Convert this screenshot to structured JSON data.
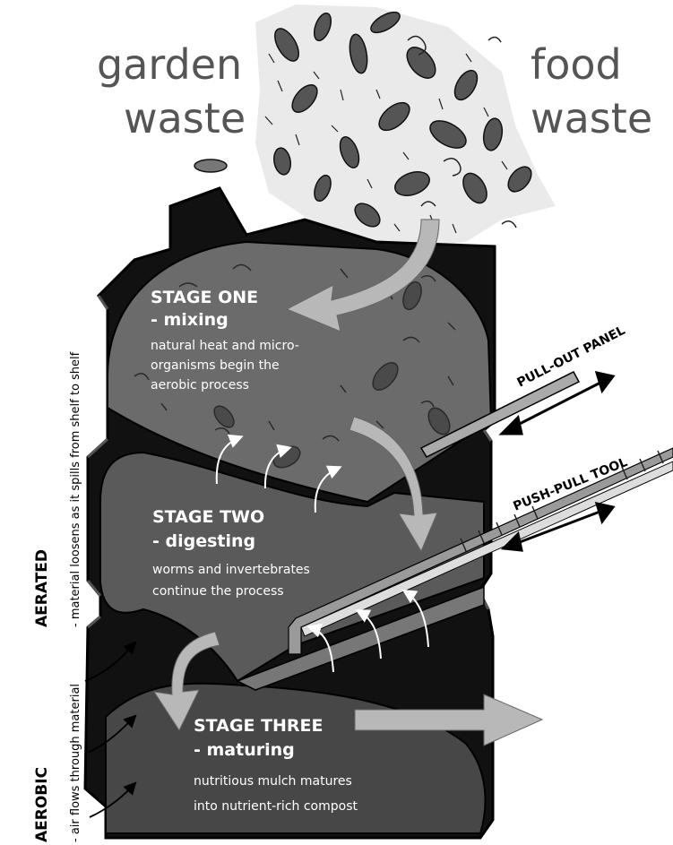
{
  "headers": {
    "garden": [
      "garden",
      "waste"
    ],
    "food": [
      "food",
      "waste"
    ]
  },
  "stages": {
    "one": {
      "title": "STAGE ONE",
      "subtitle": "- mixing",
      "description": [
        "natural heat and micro-",
        "organisms begin the",
        "aerobic process"
      ]
    },
    "two": {
      "title": "STAGE TWO",
      "subtitle": "- digesting",
      "description": [
        "worms and invertebrates",
        "continue the process"
      ]
    },
    "three": {
      "title": "STAGE THREE",
      "subtitle": "- maturing",
      "description": [
        "nutritious mulch matures",
        "into nutrient-rich compost"
      ]
    }
  },
  "callouts": {
    "pull_out_panel": "PULL-OUT PANEL",
    "push_pull_tool": "PUSH-PULL TOOL"
  },
  "side_labels": {
    "aerated": "AERATED",
    "aerated_note": "- material loosens as it spills from shelf to shelf",
    "aerobic": "AEROBIC",
    "aerobic_note": "- air flows through material"
  }
}
